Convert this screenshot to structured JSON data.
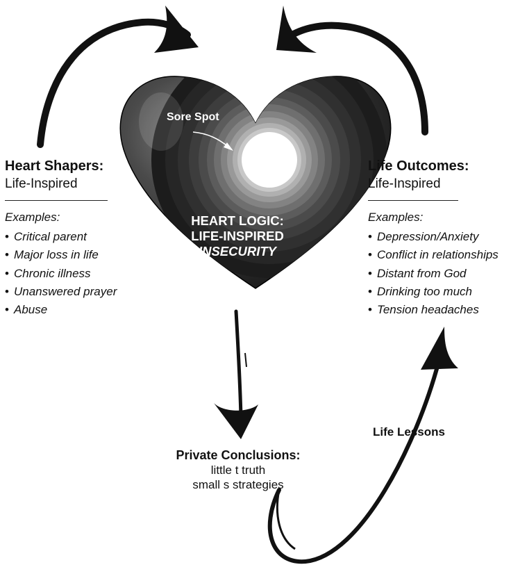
{
  "heart": {
    "sore_spot": "Sore Spot",
    "line1": "HEART LOGIC:",
    "line2": "LIFE-INSPIRED",
    "line3": "INSECURITY"
  },
  "left": {
    "title": "Heart Shapers:",
    "subtitle": "Life-Inspired",
    "examples_label": "Examples:",
    "items": [
      "Critical parent",
      "Major loss in life",
      "Chronic illness",
      "Unanswered prayer",
      "Abuse"
    ]
  },
  "right": {
    "title": "Life Outcomes:",
    "subtitle": "Life-Inspired",
    "examples_label": "Examples:",
    "items": [
      "Depression/Anxiety",
      "Conflict in relationships",
      "Distant from God",
      "Drinking too much",
      "Tension headaches"
    ]
  },
  "bottom": {
    "title": "Private Conclusions:",
    "line1": "little t truth",
    "line2": "small s strategies"
  },
  "arrow_label": "Life Lessons",
  "bullet": "•"
}
